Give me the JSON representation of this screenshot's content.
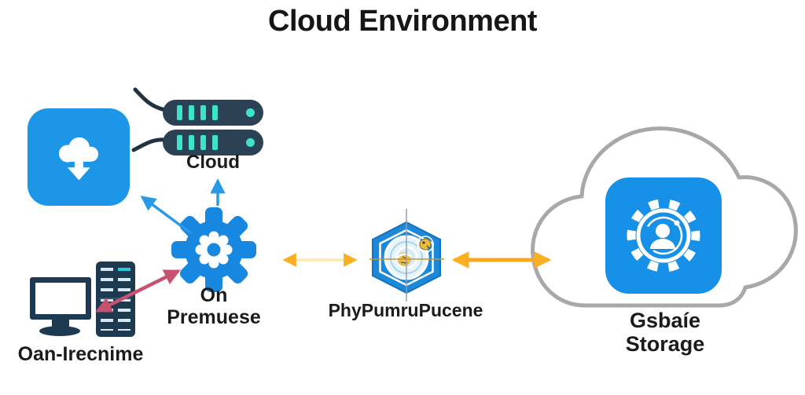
{
  "title": {
    "text": "Cloud Environment"
  },
  "nodes": {
    "cloud_download": {
      "icon": "cloud-download-icon"
    },
    "cloud": {
      "label": "Cloud",
      "icon": "server-stack-icon"
    },
    "on_premises": {
      "line1": "On",
      "line2": "Premuese",
      "icon": "gear-icon"
    },
    "workstation": {
      "label": "Oan-Irecnime",
      "icon": "desktop-and-rack-icon"
    },
    "processing_hex": {
      "label": "PhyPumruPucene",
      "icon": "hexagon-target-icon"
    },
    "cloud_storage": {
      "line1": "Gsbaíe",
      "line2": "Storage",
      "icon": "cloud-user-gear-icon"
    }
  },
  "colors": {
    "accent_blue": "#1e96e8",
    "gear_blue": "#1787e0",
    "hex_blue": "#1d87d8",
    "navy": "#27435a",
    "teal": "#3fe3cb",
    "arrow_blue": "#2a9ae8",
    "arrow_red": "#c5536f",
    "arrow_yellow": "#f8b022",
    "cloud_outline": "#a8a8a8",
    "text": "#1d1d1d"
  }
}
